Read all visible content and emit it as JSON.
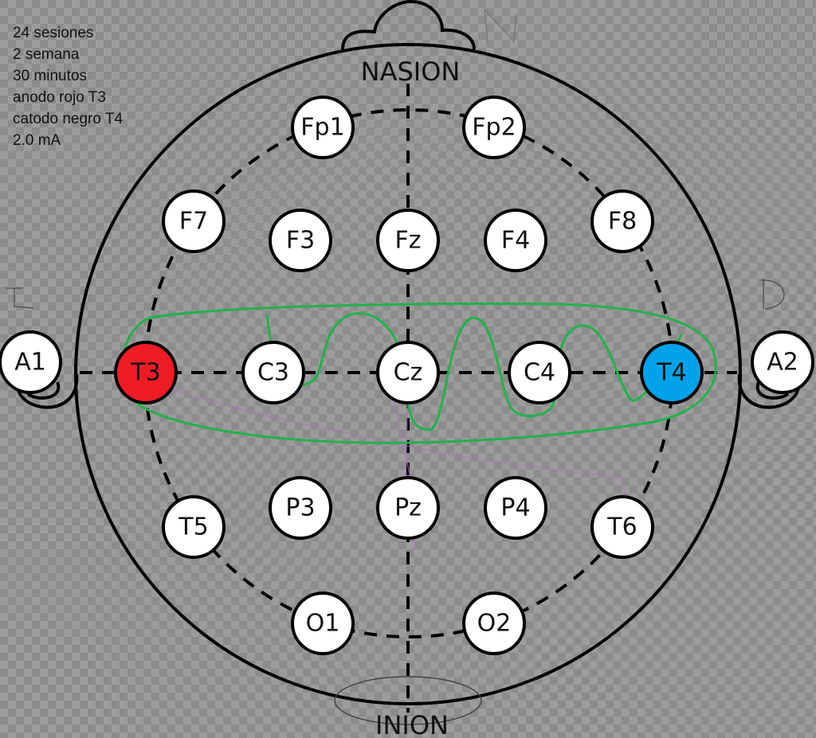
{
  "notes": [
    "24 sesiones",
    "2 semana",
    "30 minutos",
    "anodo rojo T3",
    "catodo negro T4",
    "2.0 mA"
  ],
  "landmarks": {
    "top": "NASION",
    "bottom": "INION"
  },
  "colors": {
    "anode": "#ee1c25",
    "cathode": "#00a2e8",
    "montage_outline": "#22b14c"
  },
  "electrodes": [
    {
      "id": "Fp1"
    },
    {
      "id": "Fp2"
    },
    {
      "id": "F7"
    },
    {
      "id": "F3"
    },
    {
      "id": "Fz"
    },
    {
      "id": "F4"
    },
    {
      "id": "F8"
    },
    {
      "id": "A1"
    },
    {
      "id": "T3",
      "role": "anode"
    },
    {
      "id": "C3"
    },
    {
      "id": "Cz"
    },
    {
      "id": "C4"
    },
    {
      "id": "T4",
      "role": "cathode"
    },
    {
      "id": "A2"
    },
    {
      "id": "T5"
    },
    {
      "id": "P3"
    },
    {
      "id": "Pz"
    },
    {
      "id": "P4"
    },
    {
      "id": "T6"
    },
    {
      "id": "O1"
    },
    {
      "id": "O2"
    }
  ]
}
